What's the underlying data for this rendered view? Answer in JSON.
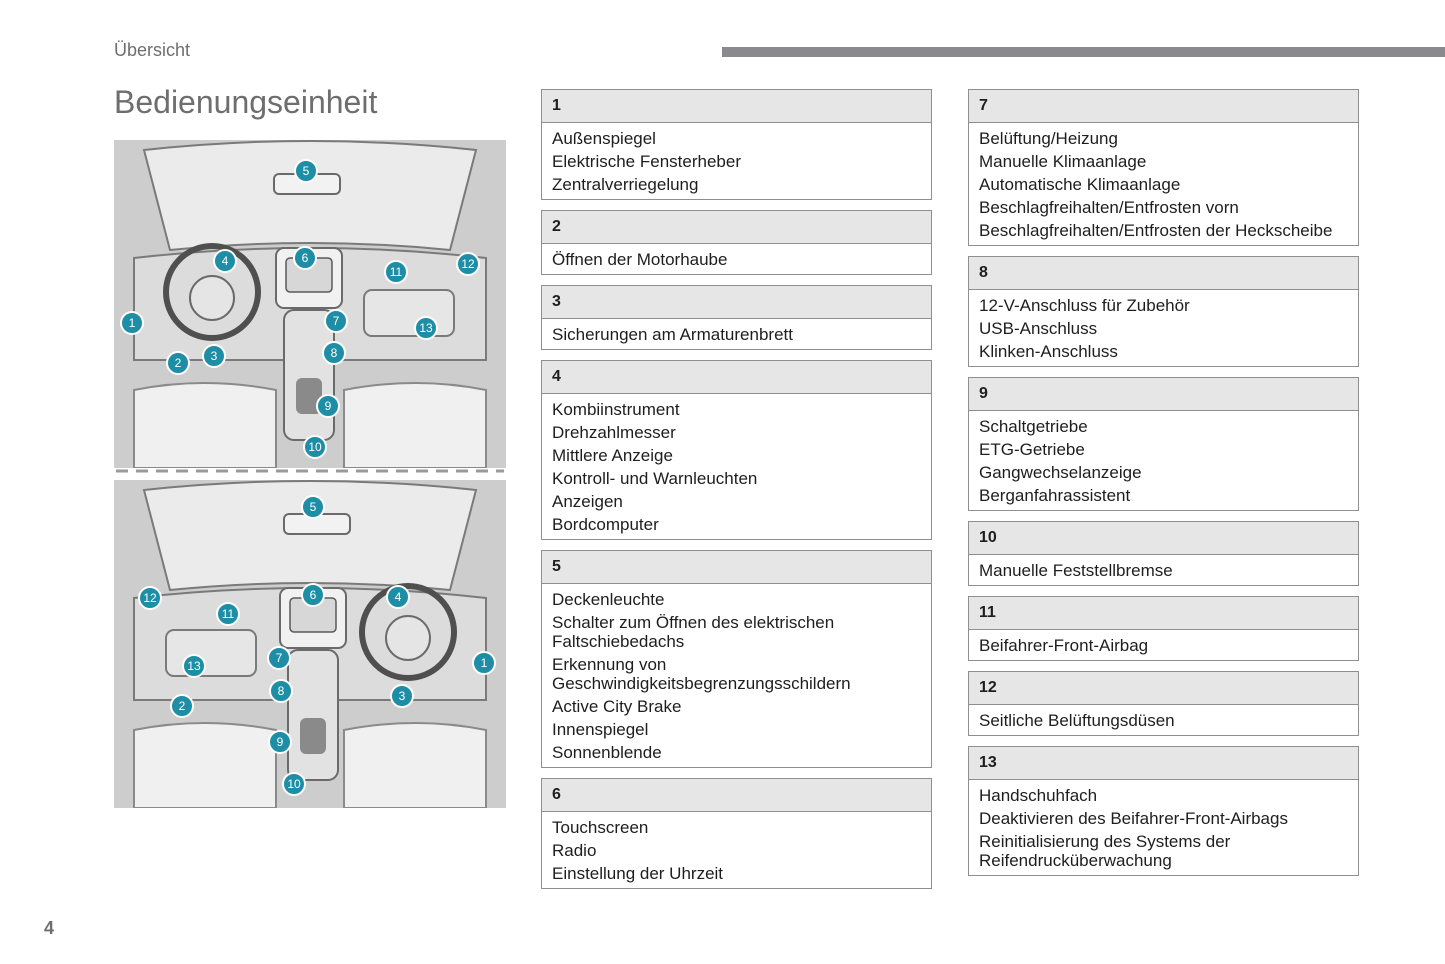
{
  "header": {
    "section": "Übersicht",
    "title": "Bedienungseinheit",
    "page_number": "4"
  },
  "colors": {
    "callout": "#1d8ea5",
    "header_bar": "#8a8a8e",
    "box_header": "#e6e6e6"
  },
  "callouts_lhd": [
    "1",
    "2",
    "3",
    "4",
    "5",
    "6",
    "7",
    "8",
    "9",
    "10",
    "11",
    "12",
    "13"
  ],
  "callouts_rhd": [
    "1",
    "2",
    "3",
    "4",
    "5",
    "6",
    "7",
    "8",
    "9",
    "10",
    "11",
    "12",
    "13"
  ],
  "sections": [
    {
      "number": "1",
      "items": [
        "Außenspiegel",
        "Elektrische Fensterheber",
        "Zentralverriegelung"
      ]
    },
    {
      "number": "2",
      "items": [
        "Öffnen der Motorhaube"
      ]
    },
    {
      "number": "3",
      "items": [
        "Sicherungen am Armaturenbrett"
      ]
    },
    {
      "number": "4",
      "items": [
        "Kombiinstrument",
        "Drehzahlmesser",
        "Mittlere Anzeige",
        "Kontroll- und Warnleuchten",
        "Anzeigen",
        "Bordcomputer"
      ]
    },
    {
      "number": "5",
      "items": [
        "Deckenleuchte",
        "Schalter zum Öffnen des elektrischen Faltschiebedachs",
        "Erkennung von Geschwindigkeitsbegrenzungsschildern",
        "Active City Brake",
        "Innenspiegel",
        "Sonnenblende"
      ]
    },
    {
      "number": "6",
      "items": [
        "Touchscreen",
        "Radio",
        "Einstellung der Uhrzeit"
      ]
    },
    {
      "number": "7",
      "items": [
        "Belüftung/Heizung",
        "Manuelle Klimaanlage",
        "Automatische Klimaanlage",
        "Beschlagfreihalten/Entfrosten vorn",
        "Beschlagfreihalten/Entfrosten der Heckscheibe"
      ]
    },
    {
      "number": "8",
      "items": [
        "12-V-Anschluss für Zubehör",
        "USB-Anschluss",
        "Klinken-Anschluss"
      ]
    },
    {
      "number": "9",
      "items": [
        "Schaltgetriebe",
        "ETG-Getriebe",
        "Gangwechselanzeige",
        "Berganfahrassistent"
      ]
    },
    {
      "number": "10",
      "items": [
        "Manuelle Feststellbremse"
      ]
    },
    {
      "number": "11",
      "items": [
        "Beifahrer-Front-Airbag"
      ]
    },
    {
      "number": "12",
      "items": [
        "Seitliche Belüftungsdüsen"
      ]
    },
    {
      "number": "13",
      "items": [
        "Handschuhfach",
        "Deaktivieren des Beifahrer-Front-Airbags",
        "Reinitialisierung des Systems der Reifendrucküberwachung"
      ]
    }
  ]
}
